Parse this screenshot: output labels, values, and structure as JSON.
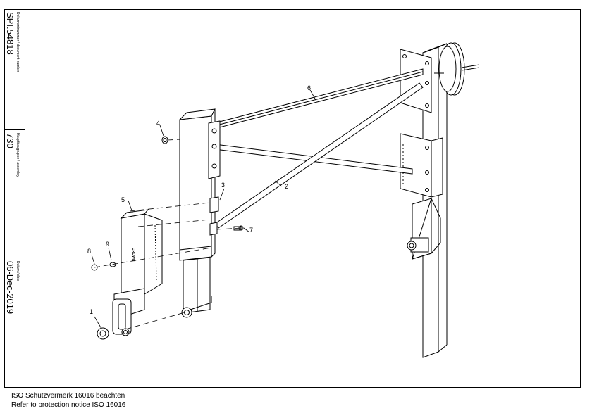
{
  "title_block": {
    "doc_label": "Dokumentnummer / document number",
    "doc_value": "SPI.54818",
    "assembly_label": "Hauptbaugruppe / assembly",
    "assembly_value": "730",
    "date_label": "Datum / date",
    "date_value": "06-Dec-2019"
  },
  "callouts": {
    "c1": "1",
    "c2": "2",
    "c3": "3",
    "c4": "4",
    "c5": "5",
    "c6": "6",
    "c7": "7",
    "c8": "8",
    "c9": "9"
  },
  "part_text": "CROWN",
  "notice": {
    "line1": "ISO Schutzvermerk 16016 beachten",
    "line2": "Refer to protection notice ISO 16016"
  }
}
